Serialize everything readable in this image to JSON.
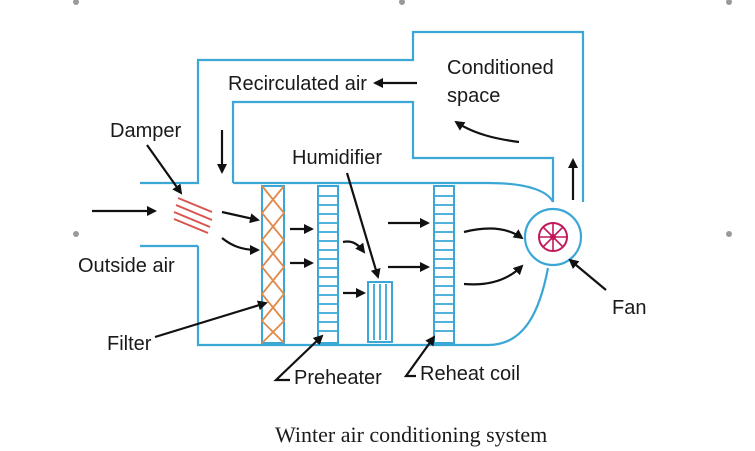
{
  "caption": "Winter air conditioning system",
  "labels": {
    "recirculated_air": "Recirculated air",
    "conditioned_space_line1": "Conditioned",
    "conditioned_space_line2": "space",
    "damper": "Damper",
    "humidifier": "Humidifier",
    "outside_air": "Outside air",
    "filter": "Filter",
    "preheater": "Preheater",
    "reheat_coil": "Reheat coil",
    "fan": "Fan"
  },
  "colors": {
    "duct": "#3aa7d6",
    "damper": "#d9534f",
    "filter_mesh": "#e08a4a",
    "fan": "#c2185b",
    "arrows": "#111111"
  },
  "icons": [
    "damper-icon",
    "filter-icon",
    "preheater-coil-icon",
    "humidifier-icon",
    "reheat-coil-icon",
    "fan-icon"
  ]
}
